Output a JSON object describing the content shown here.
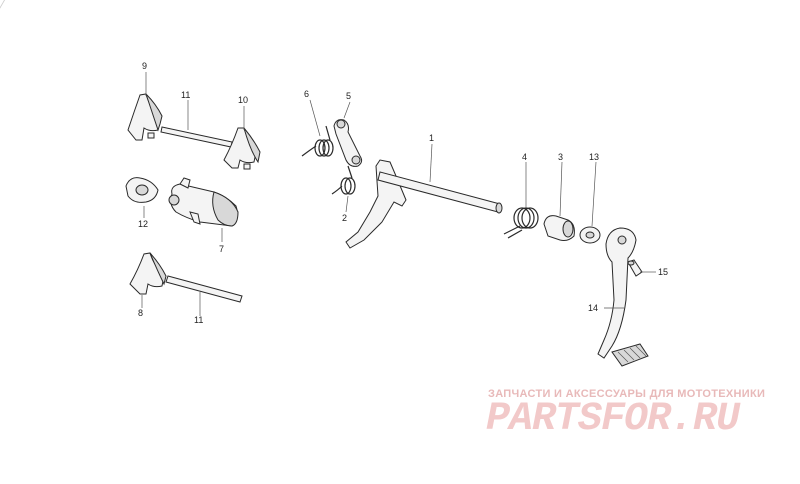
{
  "diagram": {
    "callouts": {
      "c1": "1",
      "c2": "2",
      "c3": "3",
      "c4": "4",
      "c5": "5",
      "c6": "6",
      "c7": "7",
      "c8": "8",
      "c9": "9",
      "c10": "10",
      "c11a": "11",
      "c11b": "11",
      "c12": "12",
      "c13": "13",
      "c14": "14",
      "c15": "15"
    }
  },
  "watermark": {
    "tagline": "ЗАПЧАСТИ И АКСЕССУАРЫ ДЛЯ МОТОТЕХНИКИ",
    "logo": "PARTSFOR.RU",
    "color": "#f2c9c9"
  }
}
